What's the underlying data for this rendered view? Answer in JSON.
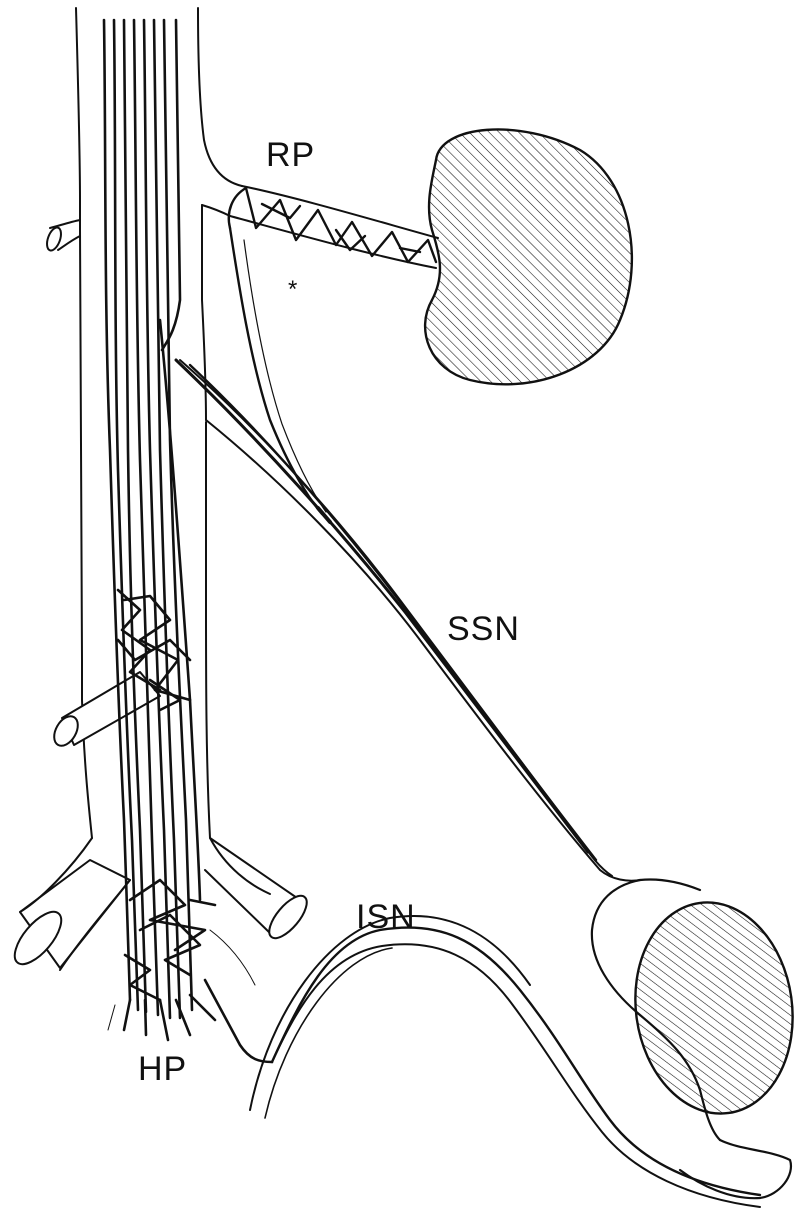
{
  "labels": {
    "rp": "RP",
    "ssn": "SSN",
    "isn": "ISN",
    "hp": "HP",
    "asterisk": "*"
  },
  "colors": {
    "ink": "#111111",
    "background": "#ffffff"
  }
}
